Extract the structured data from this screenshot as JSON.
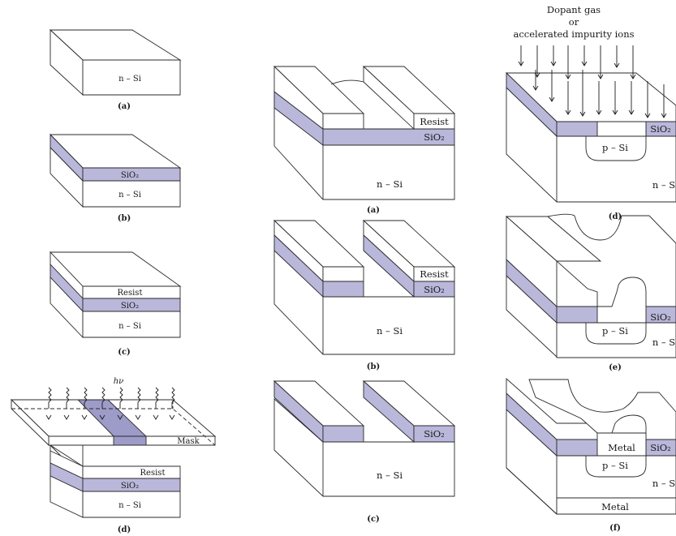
{
  "left_column": {
    "a": {
      "caption": "(a)",
      "substrate": "n – Si"
    },
    "b": {
      "caption": "(b)",
      "oxide": "SiO₂",
      "substrate": "n – Si"
    },
    "c": {
      "caption": "(c)",
      "resist": "Resist",
      "oxide": "SiO₂",
      "substrate": "n – Si"
    },
    "d": {
      "caption": "(d)",
      "light": "hν",
      "mask": "Mask",
      "resist": "Resist",
      "oxide": "SiO₂",
      "substrate": "n – Si"
    }
  },
  "middle_column": {
    "a": {
      "caption": "(a)",
      "resist": "Resist",
      "oxide": "SiO₂",
      "substrate": "n – Si"
    },
    "b": {
      "caption": "(b)",
      "resist": "Resist",
      "oxide": "SiO₂",
      "substrate": "n – Si"
    },
    "c": {
      "caption": "(c)",
      "oxide": "SiO₂",
      "substrate": "n – Si"
    }
  },
  "right_column": {
    "d": {
      "caption": "(d)",
      "title_line1": "Dopant gas",
      "title_line2": "or",
      "title_line3": "accelerated impurity ions",
      "oxide": "SiO₂",
      "region": "p – Si",
      "substrate": "n – S"
    },
    "e": {
      "caption": "(e)",
      "oxide": "SiO₂",
      "region": "p – Si",
      "substrate": "n – S"
    },
    "f": {
      "caption": "(f)",
      "metal_top": "Metal",
      "oxide": "SiO₂",
      "region": "p – Si",
      "substrate": "n – S",
      "metal_bottom": "Metal"
    }
  },
  "colors": {
    "oxide": "#b9b7da",
    "outline": "#2a2a2a",
    "background": "#ffffff"
  }
}
